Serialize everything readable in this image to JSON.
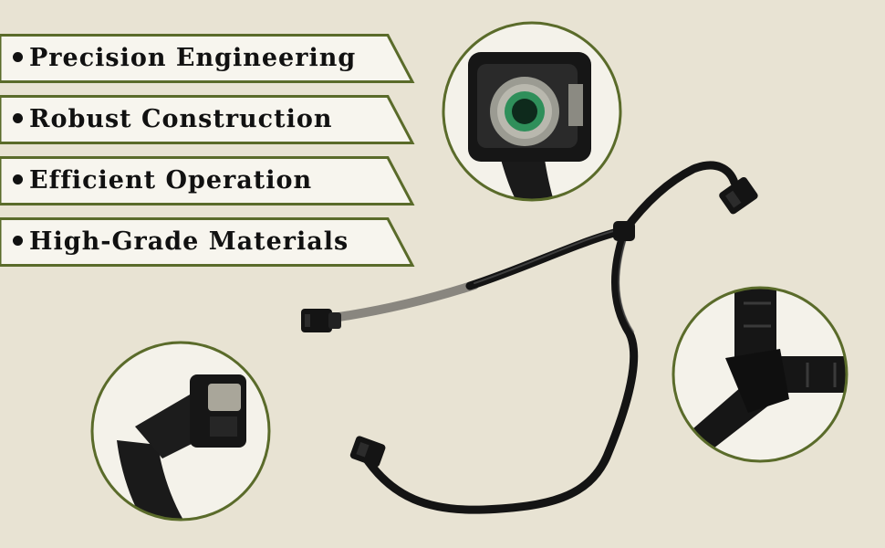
{
  "features": [
    {
      "label": "Precision Engineering"
    },
    {
      "label": "Robust Construction"
    },
    {
      "label": "Efficient Operation"
    },
    {
      "label": "High-Grade Materials"
    }
  ],
  "colors": {
    "background": "#e8e3d3",
    "banner_fill": "#f7f5ee",
    "banner_border": "#5a6b2a",
    "circle_border": "#5a6b2a",
    "hose": "#141414",
    "text": "#111111"
  },
  "icons": {
    "bullet": "bullet-dot-icon"
  }
}
